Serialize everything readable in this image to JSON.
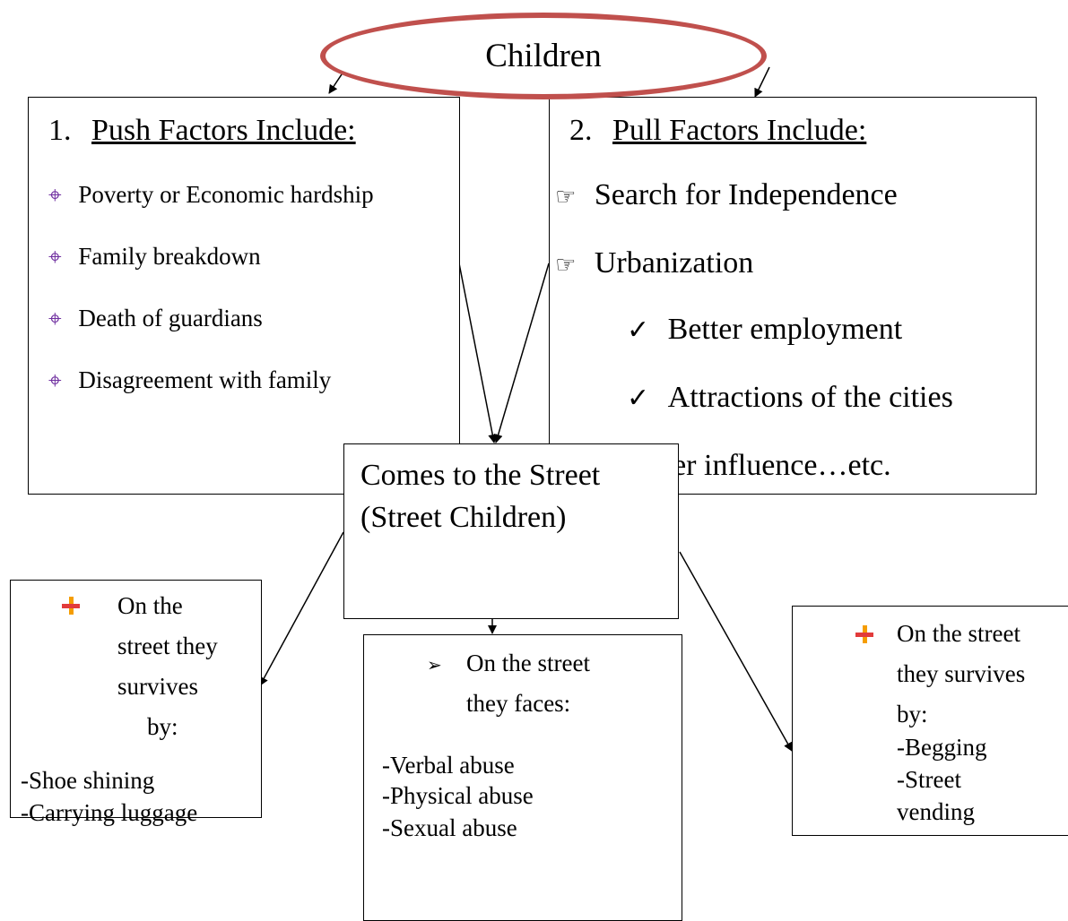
{
  "root": {
    "label": "Children"
  },
  "push": {
    "heading_num": "1.",
    "heading": "Push Factors Include:",
    "bullet_icon": "crosshair-icon",
    "items": [
      "Poverty or Economic hardship",
      "Family breakdown",
      "Death of guardians",
      "Disagreement with family"
    ]
  },
  "pull": {
    "heading_num": "2.",
    "heading": "Pull Factors Include:",
    "bullet_icon": "pointing-hand-icon",
    "items": [
      "Search for Independence",
      "Urbanization"
    ],
    "sub_icon": "checkmark-icon",
    "sub_items": [
      "Better employment",
      "Attractions of the cities"
    ],
    "tail": "eer influence…etc."
  },
  "center": {
    "line1": "Comes to the Street",
    "line2": "(Street Children)"
  },
  "left": {
    "heading_lines": [
      "On the",
      "street they",
      "survives",
      "by:"
    ],
    "items": [
      "-Shoe shining",
      "-Carrying luggage"
    ]
  },
  "middle": {
    "heading_lines": [
      "On the street",
      "they faces:"
    ],
    "items": [
      "-Verbal abuse",
      "-Physical abuse",
      "-Sexual abuse"
    ]
  },
  "right": {
    "heading_lines": [
      "On the street",
      "they survives",
      "by:"
    ],
    "items": [
      "-Begging",
      "-Street",
      "vending"
    ]
  },
  "colors": {
    "ellipse_stroke": "#c0504d",
    "cross_bullet": "#7030a0"
  }
}
